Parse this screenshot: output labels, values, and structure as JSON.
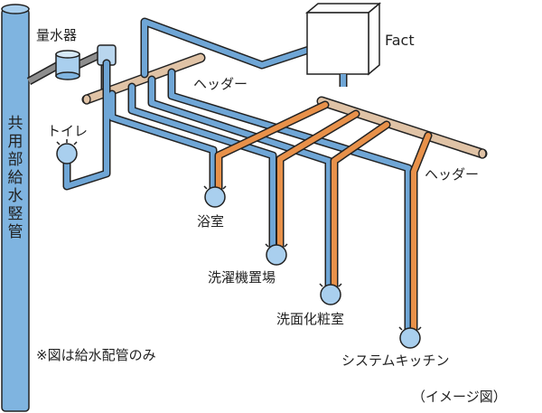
{
  "colors": {
    "cold_pipe": "#6fa6d6",
    "hot_pipe": "#e8914a",
    "header_pipe": "#e0c3a6",
    "gray_pipe": "#8e8e8e",
    "riser": "#7fb4e0",
    "outline": "#222222"
  },
  "labels": {
    "riser_chars": [
      "共",
      "用",
      "部",
      "給",
      "水",
      "竪",
      "管"
    ],
    "meter": "量水器",
    "heater": "Fact",
    "header_top": "ヘッダー",
    "header_right": "ヘッダー",
    "toilet": "トイレ",
    "bath": "浴室",
    "laundry": "洗濯機置場",
    "vanity": "洗面化粧室",
    "kitchen": "システムキッチン",
    "note": "※図は給水配管のみ",
    "image_note": "（イメージ図）"
  }
}
